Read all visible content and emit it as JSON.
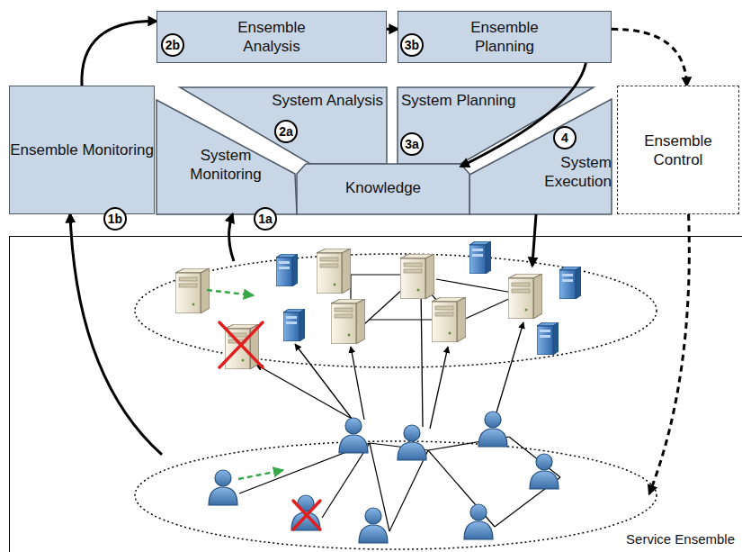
{
  "diagram": {
    "nodes": [
      {
        "text": [
          "Ensemble Monitoring"
        ]
      },
      {
        "text": [
          "Ensemble Analysis"
        ]
      },
      {
        "text": [
          "Ensemble Planning"
        ]
      },
      {
        "text": [
          "System Analysis"
        ]
      },
      {
        "text": [
          "System Monitoring"
        ]
      },
      {
        "text": [
          "Knowledge"
        ]
      },
      {
        "text": [
          "System Planning"
        ]
      },
      {
        "text": [
          "System Execution"
        ]
      },
      {
        "text": [
          "Ensemble Control"
        ]
      },
      {
        "text": [
          "Service Ensemble"
        ]
      }
    ],
    "edges": [
      {
        "from": 0,
        "to": 1,
        "arrow": "to"
      },
      {
        "from": 1,
        "to": 2,
        "arrow": "to"
      },
      {
        "from": 2,
        "to": 8,
        "arrow": "to"
      },
      {
        "from": 2,
        "to": 5,
        "arrow": "to"
      },
      {
        "from": 9,
        "to": 0,
        "arrow": "to"
      },
      {
        "from": 9,
        "to": 4,
        "arrow": "to"
      },
      {
        "from": 7,
        "to": 9,
        "arrow": "to"
      },
      {
        "from": 8,
        "to": 9,
        "arrow": "to"
      }
    ],
    "labels": [
      "1a",
      "1b",
      "2a",
      "2b",
      "3a",
      "3b",
      "4"
    ]
  }
}
